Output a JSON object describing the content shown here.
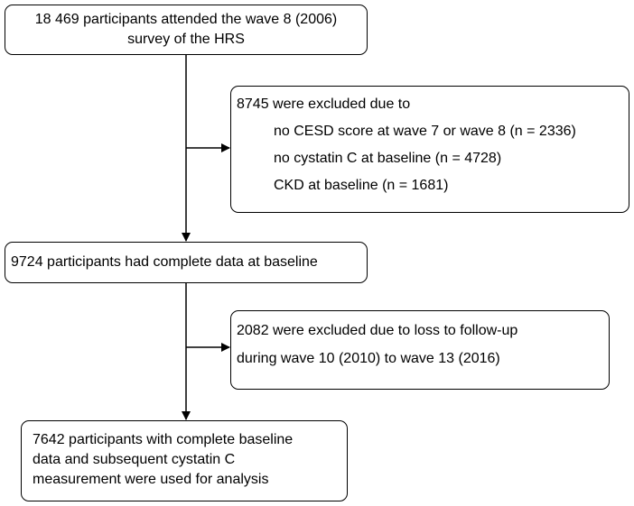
{
  "boxes": {
    "start": {
      "line1": "18 469 participants attended the wave 8 (2006)",
      "line2": "survey of the HRS"
    },
    "exclusion1": {
      "heading": "8745 were excluded due to",
      "reasons": [
        "no CESD score at wave 7 or wave 8 (n = 2336)",
        "no cystatin C at baseline (n = 4728)",
        "CKD at baseline (n = 1681)"
      ]
    },
    "baseline": {
      "text": "9724 participants had complete data at baseline"
    },
    "exclusion2": {
      "line1": "2082 were excluded due to loss to follow-up",
      "line2": "during wave 10 (2010) to wave 13 (2016)"
    },
    "final": {
      "line1": "7642 participants with complete baseline",
      "line2": "data and subsequent cystatin C",
      "line3": "measurement were used for analysis"
    }
  }
}
